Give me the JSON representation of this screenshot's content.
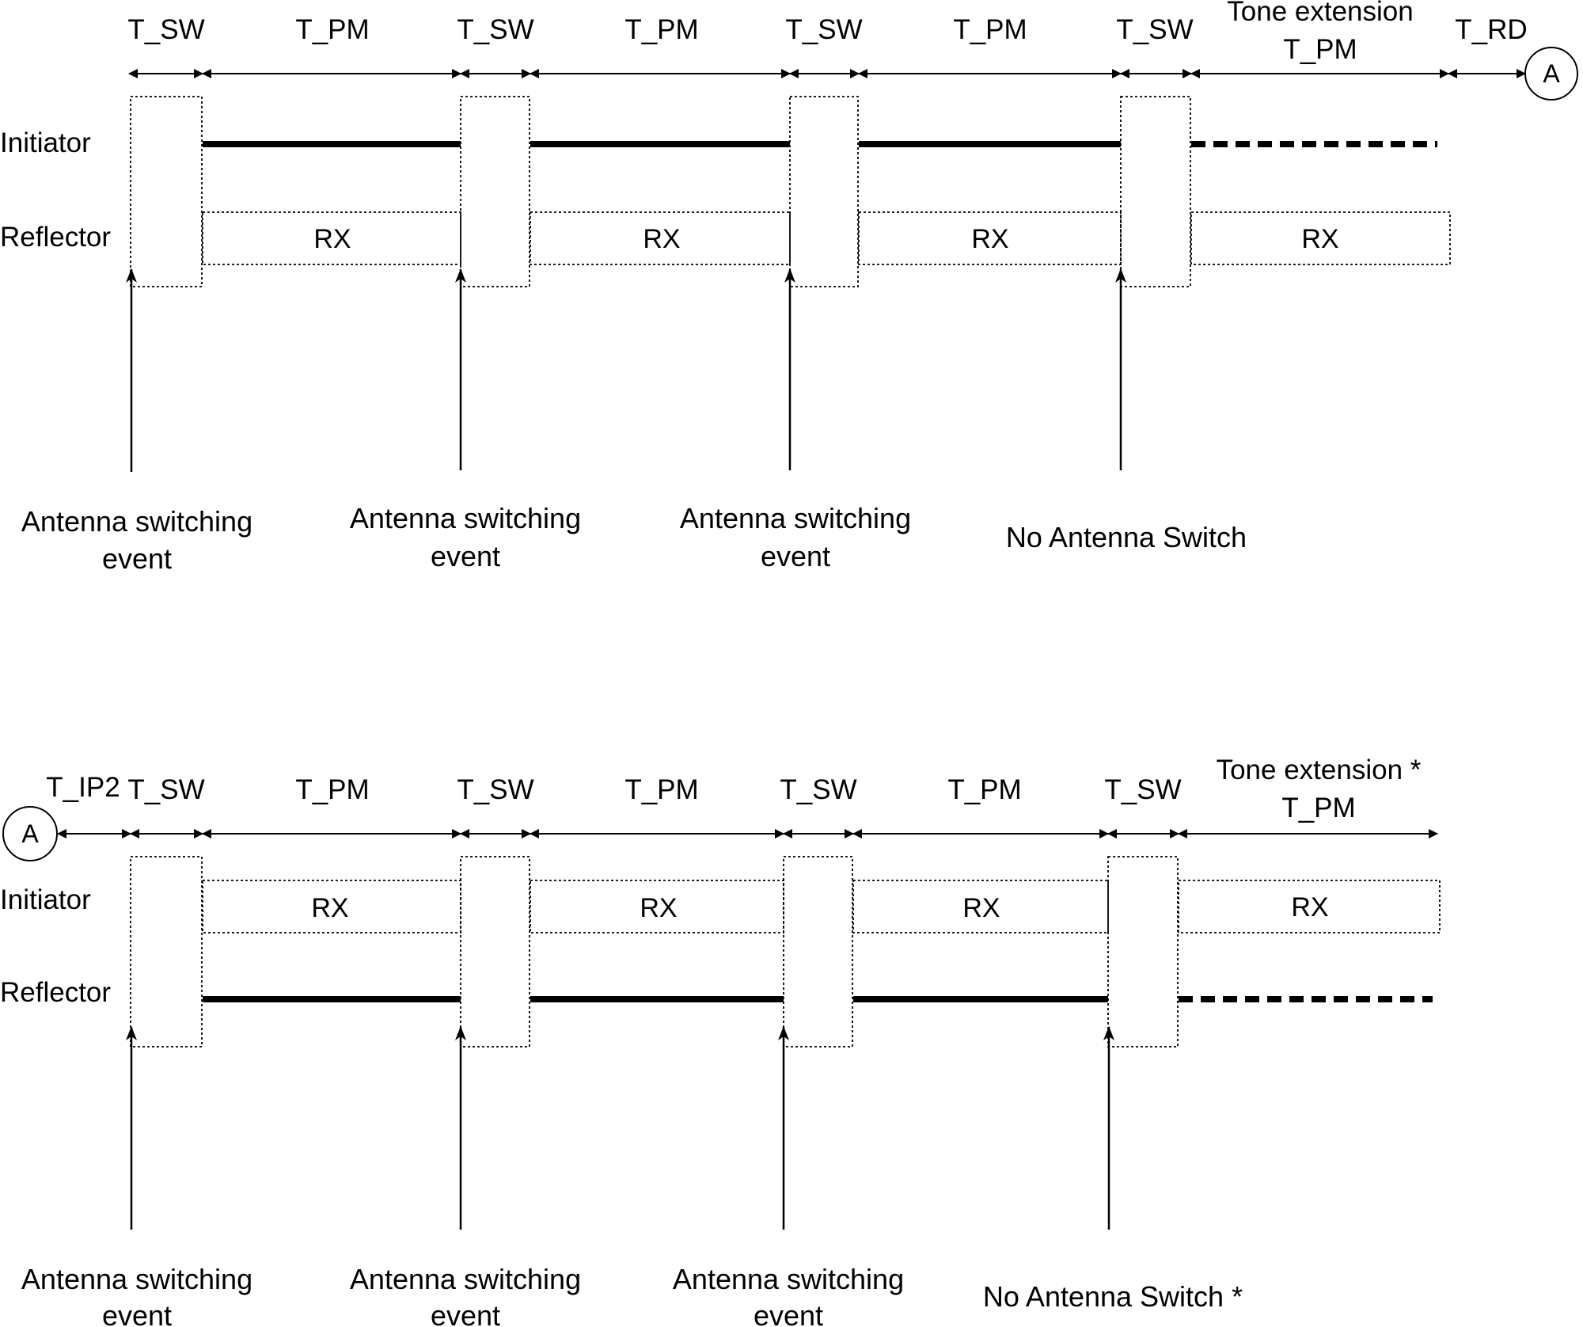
{
  "top_panel": {
    "connector": "A",
    "durations": [
      "T_SW",
      "T_PM",
      "T_SW",
      "T_PM",
      "T_SW",
      "T_PM",
      "T_SW"
    ],
    "tone_extension": {
      "line1": "Tone extension",
      "line2": "T_PM"
    },
    "final_duration": "T_RD",
    "rows": {
      "initiator": "Initiator",
      "reflector": "Reflector"
    },
    "rx_labels": [
      "RX",
      "RX",
      "RX",
      "RX"
    ],
    "events": [
      {
        "line1": "Antenna switching",
        "line2": "event"
      },
      {
        "line1": "Antenna switching",
        "line2": "event"
      },
      {
        "line1": "Antenna switching",
        "line2": "event"
      },
      {
        "line1": "No Antenna Switch",
        "line2": ""
      }
    ]
  },
  "bottom_panel": {
    "connector": "A",
    "first_duration": "T_IP2",
    "durations": [
      "T_SW",
      "T_PM",
      "T_SW",
      "T_PM",
      "T_SW",
      "T_PM",
      "T_SW"
    ],
    "tone_extension": {
      "line1": "Tone extension *",
      "line2": "T_PM"
    },
    "rows": {
      "initiator": "Initiator",
      "reflector": "Reflector"
    },
    "rx_labels": [
      "RX",
      "RX",
      "RX",
      "RX"
    ],
    "events": [
      {
        "line1": "Antenna switching",
        "line2": "event"
      },
      {
        "line1": "Antenna switching",
        "line2": "event"
      },
      {
        "line1": "Antenna switching",
        "line2": "event"
      },
      {
        "line1": "No Antenna Switch *",
        "line2": ""
      }
    ]
  }
}
